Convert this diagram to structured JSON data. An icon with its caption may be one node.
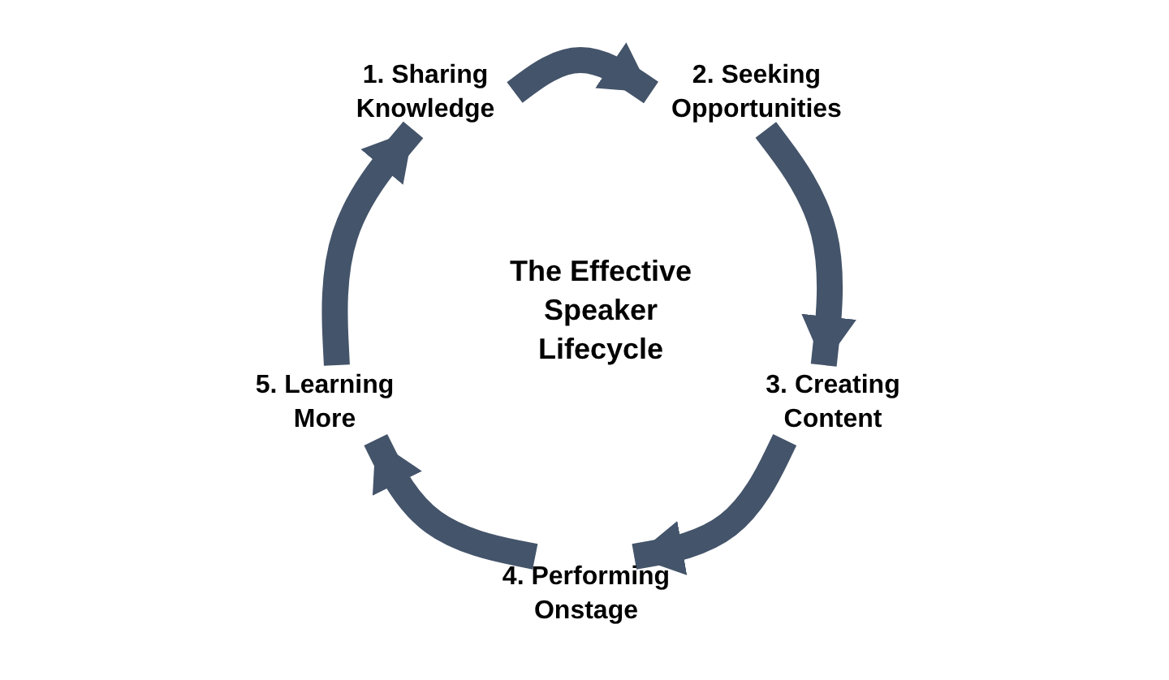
{
  "diagram": {
    "title": "The Effective Speaker Lifecycle",
    "nodes": [
      {
        "text": [
          "1. Sharing Knowledge"
        ]
      },
      {
        "text": [
          "2. Seeking Opportunities"
        ]
      },
      {
        "text": [
          "3. Creating Content"
        ]
      },
      {
        "text": [
          "4. Performing Onstage"
        ]
      },
      {
        "text": [
          "5. Learning More"
        ]
      }
    ],
    "edges": [
      {
        "from": 0,
        "to": 1,
        "arrow": "to"
      },
      {
        "from": 1,
        "to": 2,
        "arrow": "to"
      },
      {
        "from": 2,
        "to": 3,
        "arrow": "to"
      },
      {
        "from": 3,
        "to": 4,
        "arrow": "to"
      },
      {
        "from": 4,
        "to": 0,
        "arrow": "to"
      }
    ]
  }
}
